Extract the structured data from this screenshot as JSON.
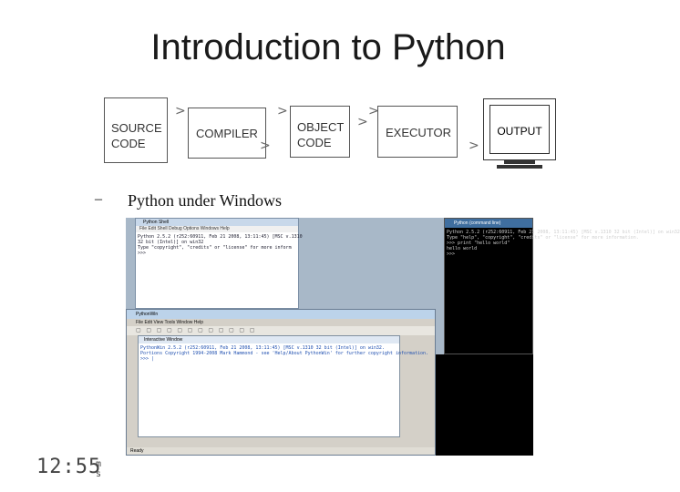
{
  "title": "Introduction to Python",
  "diagram": {
    "source": [
      "SOURCE",
      "CODE"
    ],
    "compiler": "COMPILER",
    "object": [
      "OBJECT",
      "CODE"
    ],
    "executor": "EXECUTOR",
    "output": "OUTPUT",
    "arrow": ">"
  },
  "bullet": {
    "marker": "–",
    "text": "Python under Windows"
  },
  "screenshot": {
    "cmd_title": "Python (command line)",
    "cmd_lines": "Python 2.5.2 (r252:60911, Feb 21 2008, 13:11:45) [MSC v.1310 32 bit (Intel)] on win32\nType \"help\", \"copyright\", \"credits\" or \"license\" for more information.\n>>> print \"hello world\"\nhello world\n>>>",
    "shell_title": "Python Shell",
    "shell_menu": "File  Edit  Shell  Debug  Options  Windows  Help",
    "shell_lines": "Python 2.5.2 (r252:60911, Feb 21 2008, 13:11:45) [MSC v.1310\n32 bit (Intel)] on win32\nType \"copyright\", \"credits\" or \"license\" for more inform\n>>>",
    "pw_title": "PythonWin",
    "pw_menu": "File   Edit   View   Tools   Window   Help",
    "pw_toolbar": "▢ ▢ ▢ ▢ ▢ ▢ ▢ ▢ ▢ ▢ ▢ ▢",
    "pw_inner_title": "Interactive Window",
    "pw_lines": "PythonWin 2.5.2 (r252:60911, Feb 21 2008, 13:11:45) [MSC v.1310 32 bit (Intel)] on win32.\nPortions Copyright 1994-2008 Mark Hammond - see 'Help/About PythonWin' for further copyright information.\n>>> |",
    "pw_status": "Ready"
  },
  "clock": {
    "time": "12:55",
    "unit_top": "m",
    "unit_bottom": "s"
  }
}
